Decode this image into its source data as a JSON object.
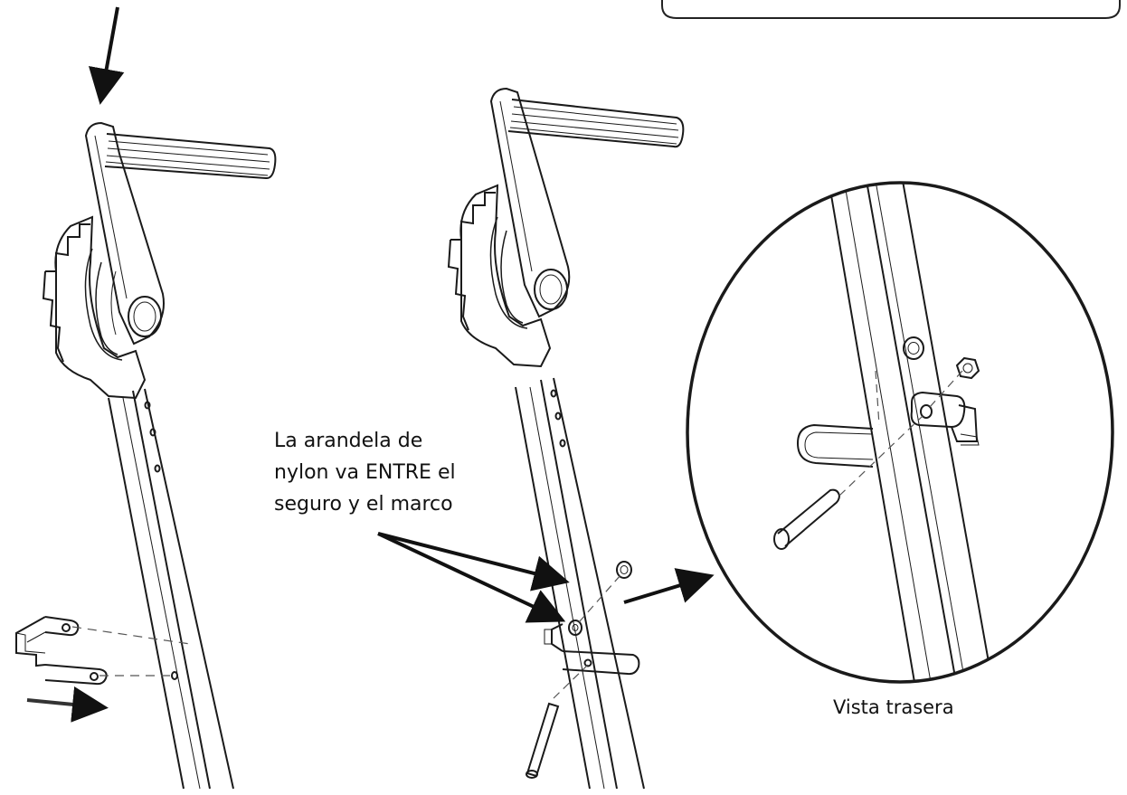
{
  "annotations": {
    "washer_note_lines": [
      "La arandela de",
      "nylon va ENTRE el",
      "seguro y el marco"
    ],
    "rear_view_caption": "Vista trasera"
  },
  "colors": {
    "line": "#1a1a1a",
    "background": "#ffffff"
  }
}
